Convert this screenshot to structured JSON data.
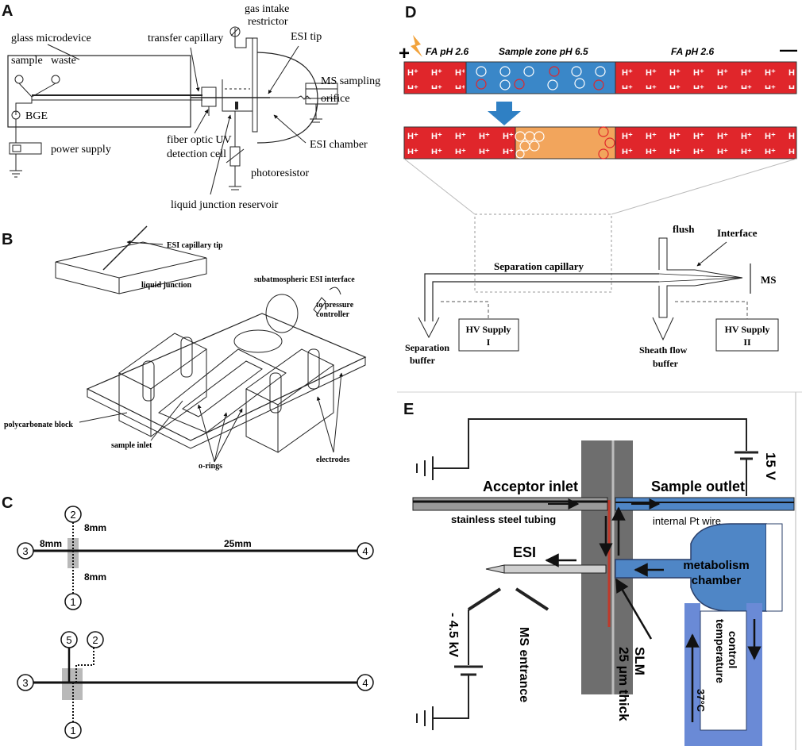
{
  "panels": {
    "A": {
      "letter": "A",
      "labels": {
        "glass_microdevice": "glass microdevice",
        "sample": "sample",
        "waste": "waste",
        "bge": "BGE",
        "power_supply": "power supply",
        "transfer_capillary": "transfer capillary",
        "gas_intake": "gas intake",
        "restrictor": "restrictor",
        "esi_tip": "ESI tip",
        "ms_sampling": "MS sampling",
        "orifice": "orifice",
        "fiber_optic": "fiber optic UV",
        "detection_cell": "detection cell",
        "esi_chamber": "ESI chamber",
        "photoresistor": "photoresistor",
        "liquid_junction_reservoir": "liquid junction reservoir"
      }
    },
    "B": {
      "letter": "B",
      "labels": {
        "esi_capillary_tip": "ESI capillary tip",
        "liquid_junction": "liquid junction",
        "subatm_interface": "subatmospheric ESI interface",
        "to_pressure": "to pressure",
        "controller": "controller",
        "polycarbonate_block": "polycarbonate block",
        "sample_inlet": "sample inlet",
        "o_rings": "o-rings",
        "electrodes": "electrodes"
      }
    },
    "C": {
      "letter": "C",
      "labels": {
        "n1": "1",
        "n2": "2",
        "n3": "3",
        "n4": "4",
        "n5": "5",
        "d8a": "8mm",
        "d8b": "8mm",
        "d8c": "8mm",
        "d25": "25mm"
      }
    },
    "D": {
      "letter": "D",
      "labels": {
        "plus": "+",
        "minus": "—",
        "fa_left": "FA pH 2.6",
        "sample_zone": "Sample zone pH 6.5",
        "fa_right": "FA pH 2.6",
        "h_plus": "H⁺",
        "flush": "flush",
        "interface": "Interface",
        "separation_capillary": "Separation capillary",
        "ms": "MS",
        "separation": "Separation",
        "buffer": "buffer",
        "hv1_a": "HV Supply",
        "hv1_b": "I",
        "hv2_a": "HV Supply",
        "hv2_b": "II",
        "sheath_a": "Sheath flow",
        "sheath_b": "buffer"
      },
      "colors": {
        "acid": "#e0262b",
        "sample": "#3a87c8",
        "stacked": "#f2a55c",
        "arrow": "#2f80c4"
      }
    },
    "E": {
      "letter": "E",
      "labels": {
        "voltage_top": "15 V",
        "acceptor_inlet": "Acceptor inlet",
        "sample_outlet": "Sample outlet",
        "stainless": "stainless steel tubing",
        "pt_wire": "internal Pt wire",
        "esi": "ESI",
        "metabolism_a": "metabolism",
        "metabolism_b": "chamber",
        "voltage_left": "- 4.5 kV",
        "ms_entrance": "MS entrance",
        "slm_a": "SLM",
        "slm_b": "25 μm thick",
        "temp_a": "temperature",
        "temp_b": "control",
        "temp_c": "37°C"
      },
      "colors": {
        "block": "#6e6e6e",
        "chamber": "#5a86cf",
        "tube": "#4f86c6"
      }
    }
  }
}
